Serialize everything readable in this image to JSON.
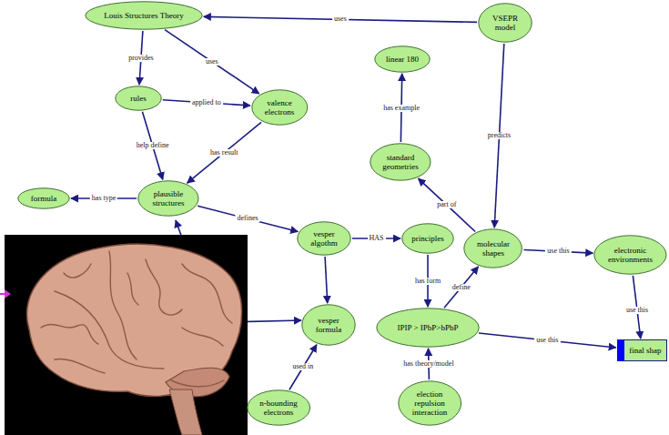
{
  "diagram": {
    "nodes": [
      {
        "text": [
          "Louis Structures Theory"
        ]
      },
      {
        "text": [
          "VSEPR model"
        ]
      },
      {
        "text": [
          "linear 180"
        ]
      },
      {
        "text": [
          "rules"
        ]
      },
      {
        "text": [
          "valence electrons"
        ]
      },
      {
        "text": [
          "standard geometries"
        ]
      },
      {
        "text": [
          "formula"
        ]
      },
      {
        "text": [
          "plausible structures"
        ]
      },
      {
        "text": [
          "vesper algothm"
        ]
      },
      {
        "text": [
          "principles"
        ]
      },
      {
        "text": [
          "molecular shapes"
        ]
      },
      {
        "text": [
          "electronic environments"
        ]
      },
      {
        "text": [
          "vesper formula"
        ]
      },
      {
        "text": [
          "IPIP > IPbP>bPbP"
        ]
      },
      {
        "text": [
          "final shap"
        ]
      },
      {
        "text": [
          "n-bounding electrons"
        ]
      },
      {
        "text": [
          "election repulsion interaction"
        ]
      }
    ],
    "edges": [
      {
        "from": 1,
        "to": 0,
        "arrow": "to",
        "label": "uses"
      },
      {
        "from": 0,
        "to": 3,
        "arrow": "to",
        "label": "provides"
      },
      {
        "from": 0,
        "to": 4,
        "arrow": "to",
        "label": "uses"
      },
      {
        "from": 3,
        "to": 4,
        "arrow": "to",
        "label": "applied to"
      },
      {
        "from": 3,
        "to": 7,
        "arrow": "to",
        "label": "help define"
      },
      {
        "from": 4,
        "to": 7,
        "arrow": "to",
        "label": "has result"
      },
      {
        "from": 7,
        "to": 6,
        "arrow": "to",
        "label": "has type"
      },
      {
        "from": 7,
        "to": 8,
        "arrow": "to",
        "label": "defines"
      },
      {
        "from": 8,
        "to": 9,
        "arrow": "to",
        "label": "HAS"
      },
      {
        "from": 8,
        "to": 12,
        "arrow": "to"
      },
      {
        "from": 5,
        "to": 2,
        "arrow": "to",
        "label": "has example"
      },
      {
        "from": 10,
        "to": 5,
        "arrow": "to",
        "label": "part of"
      },
      {
        "from": 1,
        "to": 10,
        "arrow": "to",
        "label": "predicts"
      },
      {
        "from": 9,
        "to": 13,
        "arrow": "to",
        "label": "has form"
      },
      {
        "from": 13,
        "to": 10,
        "arrow": "to",
        "label": "define"
      },
      {
        "from": 10,
        "to": 11,
        "arrow": "to",
        "label": "use this"
      },
      {
        "from": 11,
        "to": 14,
        "arrow": "to",
        "label": "use this"
      },
      {
        "from": 13,
        "to": 14,
        "arrow": "to",
        "label": "use this"
      },
      {
        "from": 16,
        "to": 13,
        "arrow": "to",
        "label": "has theory/model"
      },
      {
        "from": 15,
        "to": 12,
        "arrow": "to",
        "label": "used in"
      }
    ]
  }
}
